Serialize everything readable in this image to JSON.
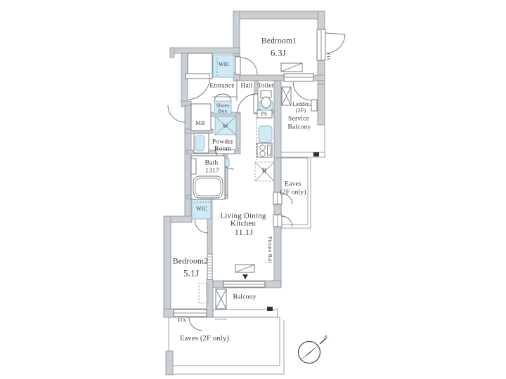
{
  "plan": {
    "rooms": {
      "bedroom1": {
        "name": "Bedroom1",
        "area": "6.3J"
      },
      "wic_upper": {
        "name": "WIC"
      },
      "entrance": {
        "name": "Entrance"
      },
      "hall": {
        "name": "Hall"
      },
      "toilet": {
        "name": "Toilet"
      },
      "shoes_box": {
        "line1": "Shoes",
        "line2": "Box"
      },
      "mb": {
        "name": "MB"
      },
      "washer": {
        "name": "W"
      },
      "ps": {
        "name": "PS"
      },
      "ladder": {
        "line1": "Ladder",
        "line2": "(2F)"
      },
      "service_balcony": {
        "line1": "Service",
        "line2": "Balcony"
      },
      "powder_room": {
        "line1": "Powder",
        "line2": "Room"
      },
      "bath": {
        "line1": "Bath",
        "line2": "1317"
      },
      "refrigerator": {
        "name": "R"
      },
      "eaves_upper": {
        "line1": "Eaves",
        "line2": "(2F only)"
      },
      "ldk": {
        "line1": "Living Dining",
        "line2": "Kitchen",
        "area": "11.1J"
      },
      "wic_lower": {
        "name": "WIC"
      },
      "bedroom2": {
        "name": "Bedroom2",
        "area": "5.1J"
      },
      "balcony": {
        "name": "Balcony"
      },
      "eaves_lower": {
        "name": "Eaves (2F only)"
      }
    },
    "annotations": {
      "picture_rail": "Picture Rail",
      "fix_right": "FIX",
      "fix_bottom": "FIX",
      "compass_north": "N"
    },
    "colors": {
      "wall_fill": "#cacfd4",
      "wall_outline": "#8a9197",
      "fixture_blue": "#cfe9f5",
      "line": "#6a7076",
      "text": "#383d42"
    }
  }
}
